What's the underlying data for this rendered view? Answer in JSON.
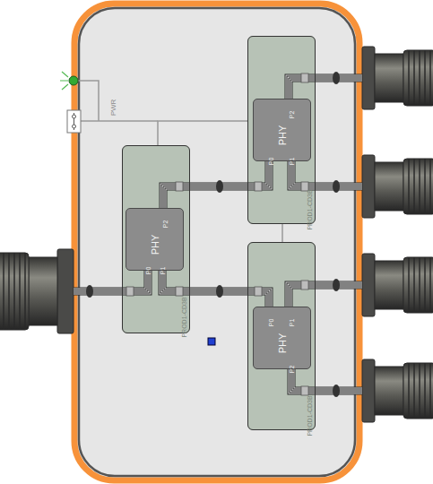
{
  "diagram": {
    "nodes": [
      {
        "text": [
          "PROD1-CD3B"
        ]
      },
      {
        "text": [
          "PHY",
          "P0",
          "P1",
          "P2"
        ],
        "in": 0
      },
      {
        "text": [
          "PROD1-CD3B"
        ]
      },
      {
        "text": [
          "PHY",
          "P0",
          "P1",
          "P2"
        ],
        "in": 2
      },
      {
        "text": [
          "PROD1-CD3B"
        ]
      },
      {
        "text": [
          "PHY",
          "P0",
          "P1",
          "P2"
        ],
        "in": 4
      }
    ],
    "edges": [
      {
        "from": 3,
        "to": 1,
        "arrow": "none"
      },
      {
        "from": 3,
        "to": 5,
        "arrow": "none"
      },
      {
        "from": 2,
        "to": 0,
        "arrow": "none"
      },
      {
        "from": 0,
        "to": 4,
        "arrow": "none"
      }
    ],
    "labels": [
      "PWR"
    ]
  }
}
